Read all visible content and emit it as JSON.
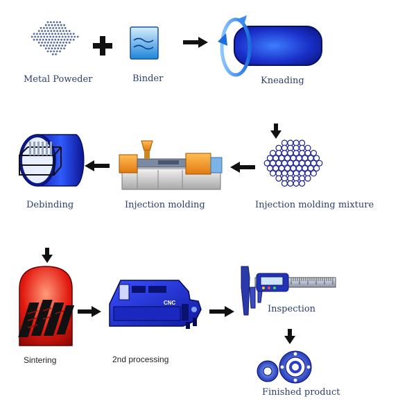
{
  "steps": {
    "metal_powder": "Metal Poweder",
    "binder": "Binder",
    "kneading": "Kneading",
    "injection_mixture": "Injection molding mixture",
    "injection_molding": "Injection molding",
    "debinding": "Debinding",
    "sintering": "Sintering",
    "second_processing": "2nd processing",
    "inspection": "Inspection",
    "finished_product": "Finished product"
  },
  "machine_badge": "CNC",
  "colors": {
    "label_text": "#2a3f6a",
    "arrow": "#111111",
    "blue_dark": "#0a1a8a",
    "blue_mid": "#2233cc",
    "red": "#cc1a10"
  }
}
